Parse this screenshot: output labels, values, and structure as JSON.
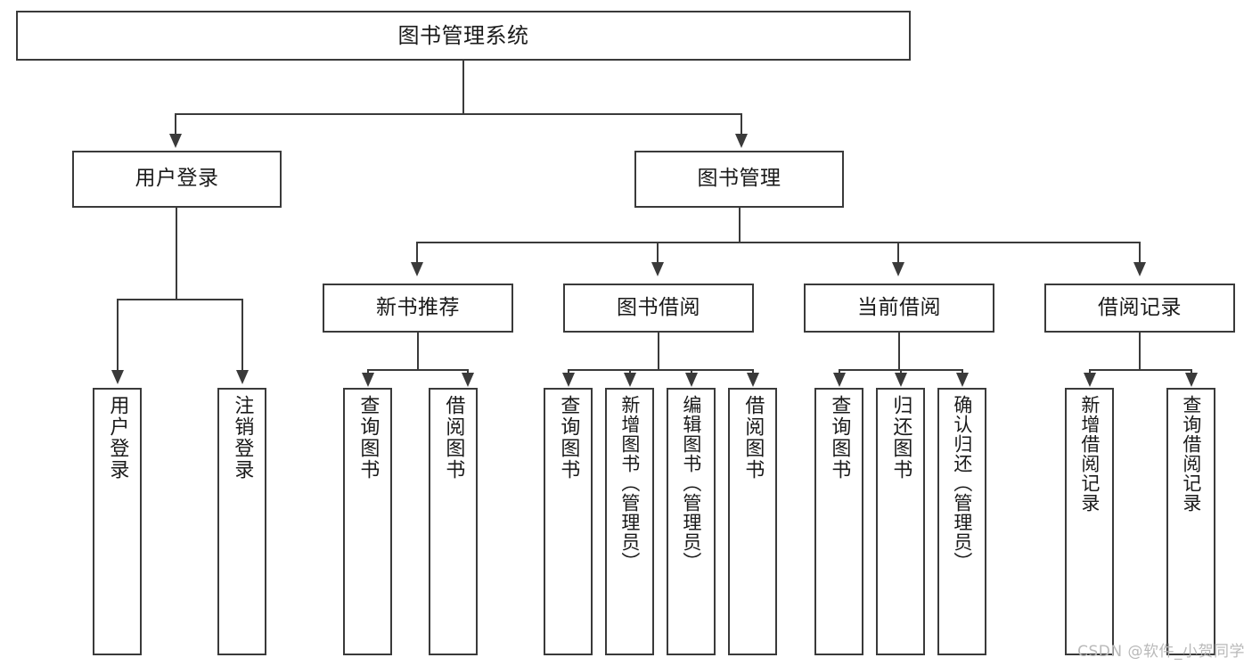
{
  "diagram": {
    "title": "图书管理系统",
    "type": "tree",
    "watermark": "CSDN @软件_小贺同学",
    "colors": {
      "box_border": "#3a3a3a",
      "box_fill": "#ffffff",
      "connector": "#3a3a3a",
      "text": "#1a1a1a",
      "watermark": "#b9b9b9"
    },
    "levels": {
      "root": {
        "label": "图书管理系统"
      },
      "level2": [
        {
          "label": "用户登录"
        },
        {
          "label": "图书管理"
        }
      ],
      "level3": [
        {
          "label": "新书推荐"
        },
        {
          "label": "图书借阅"
        },
        {
          "label": "当前借阅"
        },
        {
          "label": "借阅记录"
        }
      ],
      "leaves": {
        "user_login": [
          {
            "label": "用户登录"
          },
          {
            "label": "注销登录"
          }
        ],
        "new_book": [
          {
            "label": "查询图书"
          },
          {
            "label": "借阅图书"
          }
        ],
        "book_borrow": [
          {
            "label": "查询图书"
          },
          {
            "label": "新增图书（管理员）"
          },
          {
            "label": "编辑图书（管理员）"
          },
          {
            "label": "借阅图书"
          }
        ],
        "current_borrow": [
          {
            "label": "查询图书"
          },
          {
            "label": "归还图书"
          },
          {
            "label": "确认归还（管理员）"
          }
        ],
        "borrow_record": [
          {
            "label": "新增借阅记录"
          },
          {
            "label": "查询借阅记录"
          }
        ]
      }
    }
  }
}
